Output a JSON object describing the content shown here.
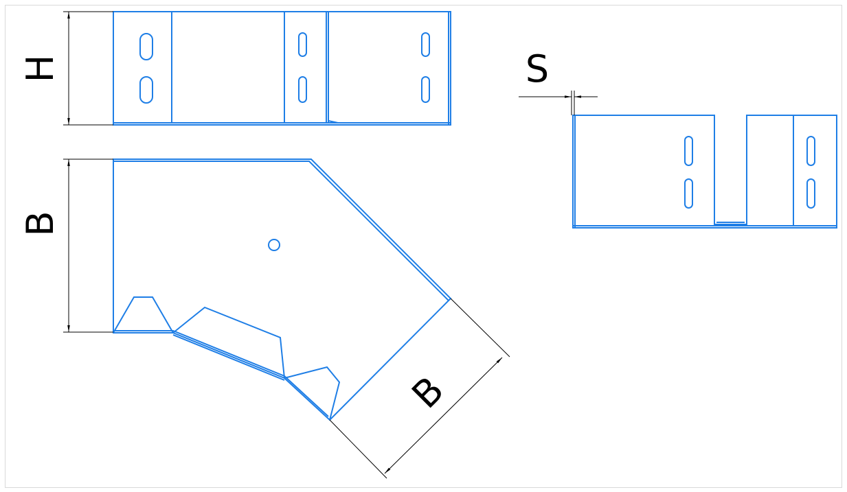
{
  "colors": {
    "part_stroke": "#1e7ee6",
    "dimension_stroke": "#000000",
    "background": "#ffffff",
    "frame_border": "#d9d9d9"
  },
  "dimensions": {
    "height_label": "H",
    "width_label": "B",
    "width_label_diagonal": "B",
    "thickness_label": "S"
  }
}
